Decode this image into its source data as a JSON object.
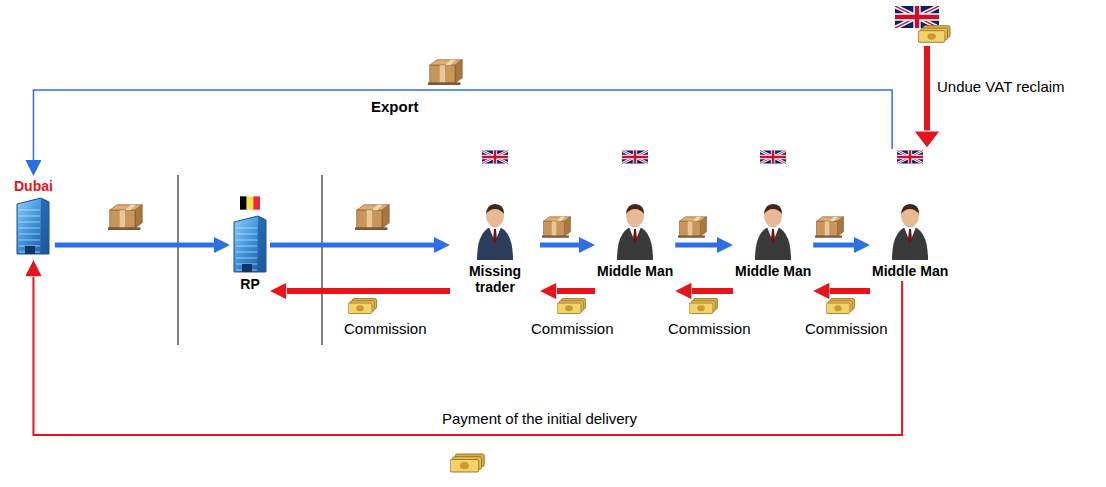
{
  "diagram": {
    "nodes": [
      {
        "text": [
          "Dubai"
        ]
      },
      {
        "text": [
          "RP"
        ]
      },
      {
        "text": [
          "Missing trader"
        ]
      },
      {
        "text": [
          "Middle Man"
        ]
      },
      {
        "text": [
          "Middle Man"
        ]
      },
      {
        "text": [
          "Middle Man"
        ]
      }
    ],
    "edges": [
      {
        "from": 0,
        "to": 1,
        "arrow": "to"
      },
      {
        "from": 1,
        "to": 2,
        "arrow": "to"
      },
      {
        "from": 2,
        "to": 3,
        "arrow": "to"
      },
      {
        "from": 3,
        "to": 4,
        "arrow": "to"
      },
      {
        "from": 4,
        "to": 5,
        "arrow": "to"
      },
      {
        "from": 2,
        "to": 1,
        "arrow": "to",
        "label": "Commission"
      },
      {
        "from": 3,
        "to": 2,
        "arrow": "to",
        "label": "Commission"
      },
      {
        "from": 4,
        "to": 3,
        "arrow": "to",
        "label": "Commission"
      },
      {
        "from": 5,
        "to": 4,
        "arrow": "to",
        "label": "Commission"
      },
      {
        "from": 5,
        "to": 0,
        "arrow": "to",
        "label": "Export"
      },
      {
        "from": 5,
        "to": 0,
        "arrow": "to",
        "label": "Payment of the initial delivery"
      }
    ],
    "labels": [
      "Undue VAT reclaim"
    ]
  }
}
